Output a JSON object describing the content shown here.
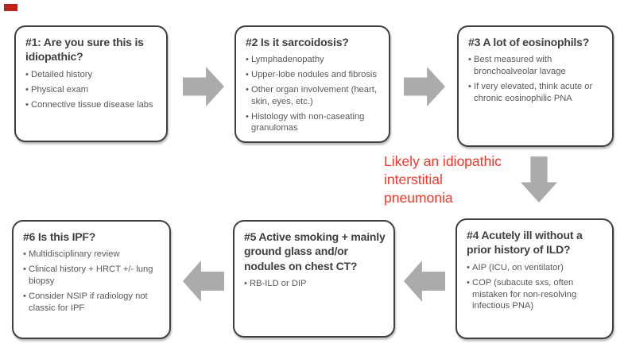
{
  "slide": {
    "background": "#ffffff",
    "border_color": "#3f3f3f",
    "arrow_color": "#ababab",
    "red_color": "#ee3a2c",
    "marker_color": "#bf2218"
  },
  "annotation": {
    "text": "Likely an idiopathic\ninterstitial\npneumonia"
  },
  "boxes": [
    {
      "id": "1",
      "title": "#1: Are you sure this is idiopathic?",
      "bullets": [
        "Detailed history",
        "Physical exam",
        "Connective tissue disease labs"
      ]
    },
    {
      "id": "2",
      "title": "#2 Is it sarcoidosis?",
      "bullets": [
        "Lymphadenopathy",
        "Upper-lobe nodules and fibrosis",
        "Other organ involvement (heart, skin, eyes, etc.)",
        "Histology with non-caseating granulomas"
      ]
    },
    {
      "id": "3",
      "title": "#3 A lot of eosinophils?",
      "bullets": [
        "Best measured with bronchoalveolar lavage",
        "If very elevated, think acute or chronic eosinophilic PNA"
      ]
    },
    {
      "id": "4",
      "title": "#4 Acutely ill without a prior history of ILD?",
      "bullets": [
        "AIP (ICU, on ventilator)",
        "COP (subacute sxs, often mistaken for non-resolving infectious PNA)"
      ]
    },
    {
      "id": "5",
      "title": "#5 Active smoking + mainly ground glass and/or nodules on chest CT?",
      "bullets": [
        "RB-ILD or DIP"
      ]
    },
    {
      "id": "6",
      "title": "#6 Is this IPF?",
      "bullets": [
        "Multidisciplinary review",
        "Clinical history + HRCT +/- lung biopsy",
        "Consider NSIP if radiology not classic for IPF"
      ]
    }
  ],
  "arrows": [
    {
      "name": "arrow-box1-to-box2",
      "direction": "right"
    },
    {
      "name": "arrow-box2-to-box3",
      "direction": "right"
    },
    {
      "name": "arrow-box3-to-box4",
      "direction": "down"
    },
    {
      "name": "arrow-box4-to-box5",
      "direction": "left"
    },
    {
      "name": "arrow-box5-to-box6",
      "direction": "left"
    }
  ]
}
